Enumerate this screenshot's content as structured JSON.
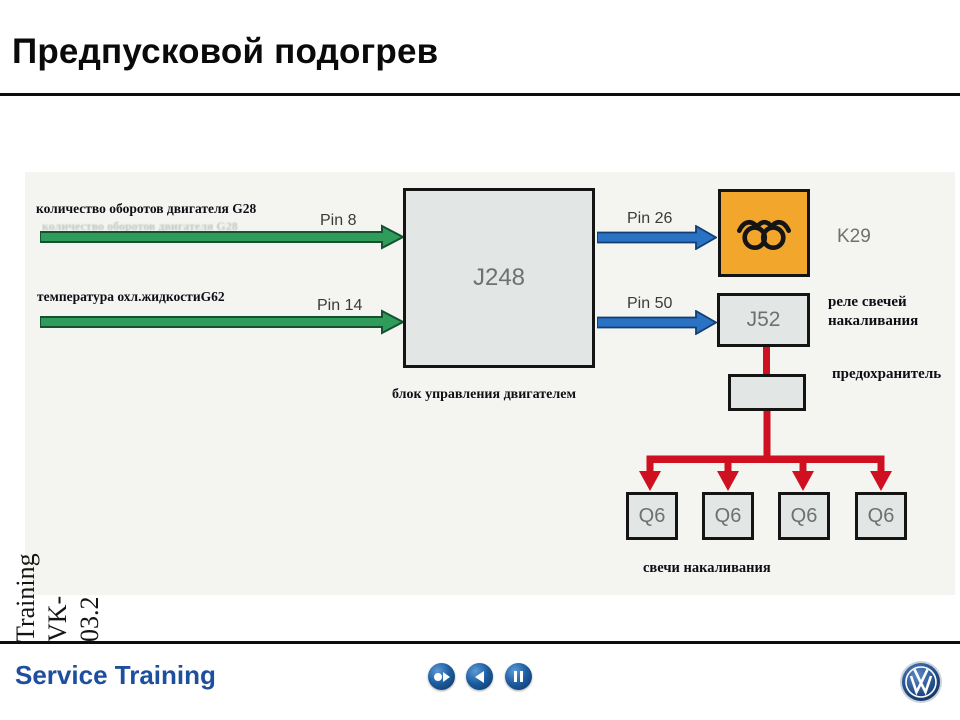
{
  "slide": {
    "title": "Предпусковой подогрев",
    "footer_brand": "Service Training",
    "side_label_lines": [
      "Training",
      "VK-",
      "03.2"
    ]
  },
  "diagram": {
    "inputs": [
      {
        "label": "количество оборотов двигателя G28",
        "pin": "Pin 8"
      },
      {
        "label": "температура охл.жидкостиG62",
        "pin": "Pin 14"
      }
    ],
    "ecu": {
      "id": "J248",
      "caption": "блок управления двигателем"
    },
    "outputs": [
      {
        "pin": "Pin 26"
      },
      {
        "pin": "Pin 50"
      }
    ],
    "indicator": {
      "id": "K29",
      "icon": "glow-plug-coil"
    },
    "relay": {
      "id": "J52",
      "caption_lines": [
        "реле свечей",
        "накаливания"
      ]
    },
    "fuse": {
      "caption": "предохранитель"
    },
    "glow_plugs": {
      "ids": [
        "Q6",
        "Q6",
        "Q6",
        "Q6"
      ],
      "caption": "свечи накаливания"
    },
    "colors": {
      "input_arrow_green": "#2f9c5c",
      "output_arrow_blue": "#2a72c4",
      "power_line_red": "#cf1020",
      "indicator_orange": "#f2a62c",
      "box_fill_gray": "#e2e6e4",
      "brand_blue": "#1d4f9e"
    }
  },
  "nav": {
    "buttons": [
      {
        "name": "go-to-start"
      },
      {
        "name": "previous"
      },
      {
        "name": "pause"
      }
    ]
  }
}
